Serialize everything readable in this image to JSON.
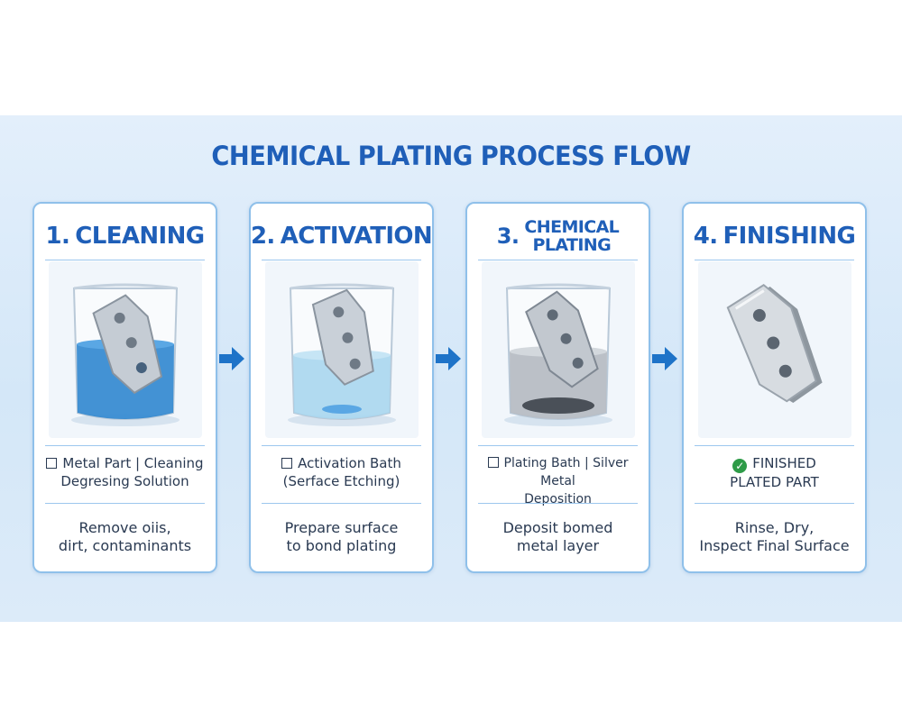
{
  "title": "CHEMICAL PLATING PROCESS FLOW",
  "steps": [
    {
      "number": "1.",
      "name": "CLEANING",
      "caption_line1": "Metal Part | Cleaning",
      "caption_line2": "Degresing Solution",
      "desc_line1": "Remove oiis,",
      "desc_line2": "dirt, contaminants",
      "liquid_color": "#2f86cf"
    },
    {
      "number": "2.",
      "name": "ACTIVATION",
      "caption_line1": "Activation Bath",
      "caption_line2": "(Serface Etching)",
      "desc_line1": "Prepare surface",
      "desc_line2": "to bond plating",
      "liquid_color": "#a9d6ee"
    },
    {
      "number": "3.",
      "name_line1": "CHEMICAL",
      "name_line2": "PLATING",
      "caption_line1": "Plating Bath | Silver Metal",
      "caption_line2": "Deposition",
      "desc_line1": "Deposit bomed",
      "desc_line2": "metal layer",
      "liquid_color": "#b7bdc4"
    },
    {
      "number": "4.",
      "name": "FINISHING",
      "caption_line1": "FINISHED",
      "caption_line2": "PLATED PART",
      "desc_line1": "Rinse, Dry,",
      "desc_line2": "Inspect Final Surface"
    }
  ],
  "colors": {
    "accent": "#1f5fb8",
    "arrow": "#1e73c8",
    "check": "#2e9b48"
  }
}
